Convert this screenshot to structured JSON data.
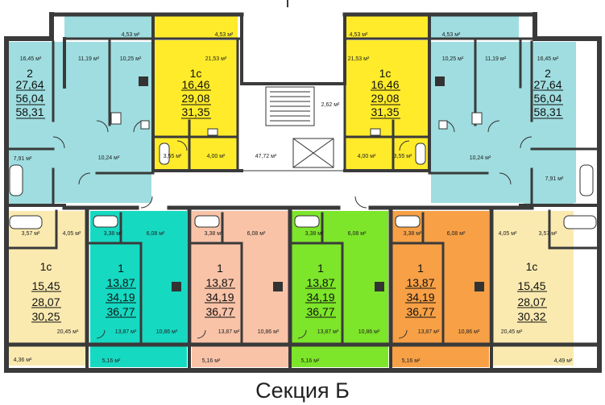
{
  "caption": "Секция Б",
  "colors": {
    "wall": "#3a3a3a",
    "cyan": "#9fdde0",
    "yellow": "#ffeb2a",
    "cream": "#fbeab0",
    "teal": "#16d9c2",
    "salmon": "#f9c3a8",
    "green": "#7de52a",
    "orange": "#f7a046",
    "corridor": "#ffffff",
    "balcony_cyan": "#9fdde0"
  },
  "apartments": [
    {
      "id": "top-left-2",
      "rooms": "2",
      "living": "27,64",
      "total": "56,04",
      "with_balcony": "58,31"
    },
    {
      "id": "top-left-1c",
      "rooms": "1c",
      "living": "16,46",
      "total": "29,08",
      "with_balcony": "31,35"
    },
    {
      "id": "top-right-1c",
      "rooms": "1c",
      "living": "16,46",
      "total": "29,08",
      "with_balcony": "31,35"
    },
    {
      "id": "top-right-2",
      "rooms": "2",
      "living": "27,64",
      "total": "56,04",
      "with_balcony": "58,31"
    },
    {
      "id": "bottom-left-1c",
      "rooms": "1c",
      "living": "15,45",
      "total": "28,07",
      "with_balcony": "30,25"
    },
    {
      "id": "bottom-teal-1",
      "rooms": "1",
      "living": "13,87",
      "total": "34,19",
      "with_balcony": "36,77"
    },
    {
      "id": "bottom-salmon-1",
      "rooms": "1",
      "living": "13,87",
      "total": "34,19",
      "with_balcony": "36,77"
    },
    {
      "id": "bottom-green-1",
      "rooms": "1",
      "living": "13,87",
      "total": "34,19",
      "with_balcony": "36,77"
    },
    {
      "id": "bottom-orange-1",
      "rooms": "1",
      "living": "13,87",
      "total": "34,19",
      "with_balcony": "36,77"
    },
    {
      "id": "bottom-right-1c",
      "rooms": "1c",
      "living": "15,45",
      "total": "28,07",
      "with_balcony": "30,32"
    }
  ],
  "areas": {
    "tl_balcony": "4,53 м²",
    "tl_room": "16,45 м²",
    "tl_kitchen": "11,19 м²",
    "tl_bath": "10,25 м²",
    "tl_hall": "10,24 м²",
    "tl_wc": "7,91 м²",
    "yl_balcony": "4,53 м²",
    "yl_room": "21,53 м²",
    "yl_bath": "3,55 м²",
    "yl_hall": "4,00 м²",
    "stair": "2,62 м²",
    "corridor": "47,72 м²",
    "yr_balcony": "4,53 м²",
    "yr_room": "21,53 м²",
    "yr_hall": "4,00 м²",
    "yr_bath": "3,55 м²",
    "tr_balcony": "4,53 м²",
    "tr_bath": "10,25 м²",
    "tr_kitchen": "11,19 м²",
    "tr_room": "16,45 м²",
    "tr_hall": "10,24 м²",
    "tr_wc": "7,91 м²",
    "bl_wc": "3,57 м²",
    "bl_hall": "4,05 м²",
    "bl_room": "20,45 м²",
    "bl_balcony": "4,36 м²",
    "teal_wc": "3,38 м²",
    "teal_hall": "6,08 м²",
    "teal_room": "13,87 м²",
    "teal_kitchen": "10,86 м²",
    "teal_balcony": "5,16 м²",
    "sal_wc": "3,38 м²",
    "sal_hall": "6,08 м²",
    "sal_room": "13,87 м²",
    "sal_kitchen": "10,86 м²",
    "sal_balcony": "5,16 м²",
    "grn_wc": "3,38 м²",
    "grn_hall": "6,08 м²",
    "grn_room": "13,87 м²",
    "grn_kitchen": "10,86 м²",
    "grn_balcony": "5,16 м²",
    "org_wc": "3,38 м²",
    "org_hall": "6,08 м²",
    "org_room": "13,87 м²",
    "org_kitchen": "10,86 м²",
    "org_balcony": "5,16 м²",
    "br_hall": "4,05 м²",
    "br_wc": "3,57 м²",
    "br_room": "20,45 м²",
    "br_balcony": "4,49 м²"
  }
}
